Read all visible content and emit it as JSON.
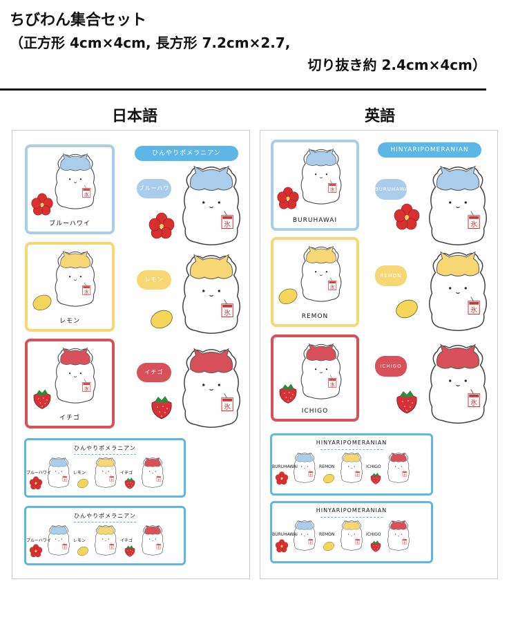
{
  "header": {
    "title": "ちびわん集合セット",
    "line2": "（正方形 4cm×4cm, 長方形 7.2cm×2.7,",
    "line3": "切り抜き約 2.4cm×4cm）"
  },
  "columns": {
    "japanese": {
      "title": "日本語",
      "banner": "ひんやりポメラニアン",
      "flavors": [
        "ブルーハワイ",
        "レモン",
        "イチゴ"
      ],
      "strip_title": "ひんやりポメラニアン"
    },
    "english": {
      "title": "英語",
      "banner": "HINYARIPOMERANIAN",
      "flavors": [
        "BURUHAWAI",
        "REMON",
        "ICHIGO"
      ],
      "strip_title": "HINYARIPOMERANIAN"
    }
  },
  "tag_text": "氷",
  "colors": {
    "blue": "#a9cdea",
    "yellow": "#f6d774",
    "red": "#d8505a",
    "banner": "#5cb6e6",
    "strip": "#5cb6e6",
    "sheet_border": "#c9c9c9"
  },
  "icons": [
    "hibiscus-icon",
    "lemon-icon",
    "strawberry-icon",
    "ice-tag-icon",
    "pomeranian-icon"
  ]
}
